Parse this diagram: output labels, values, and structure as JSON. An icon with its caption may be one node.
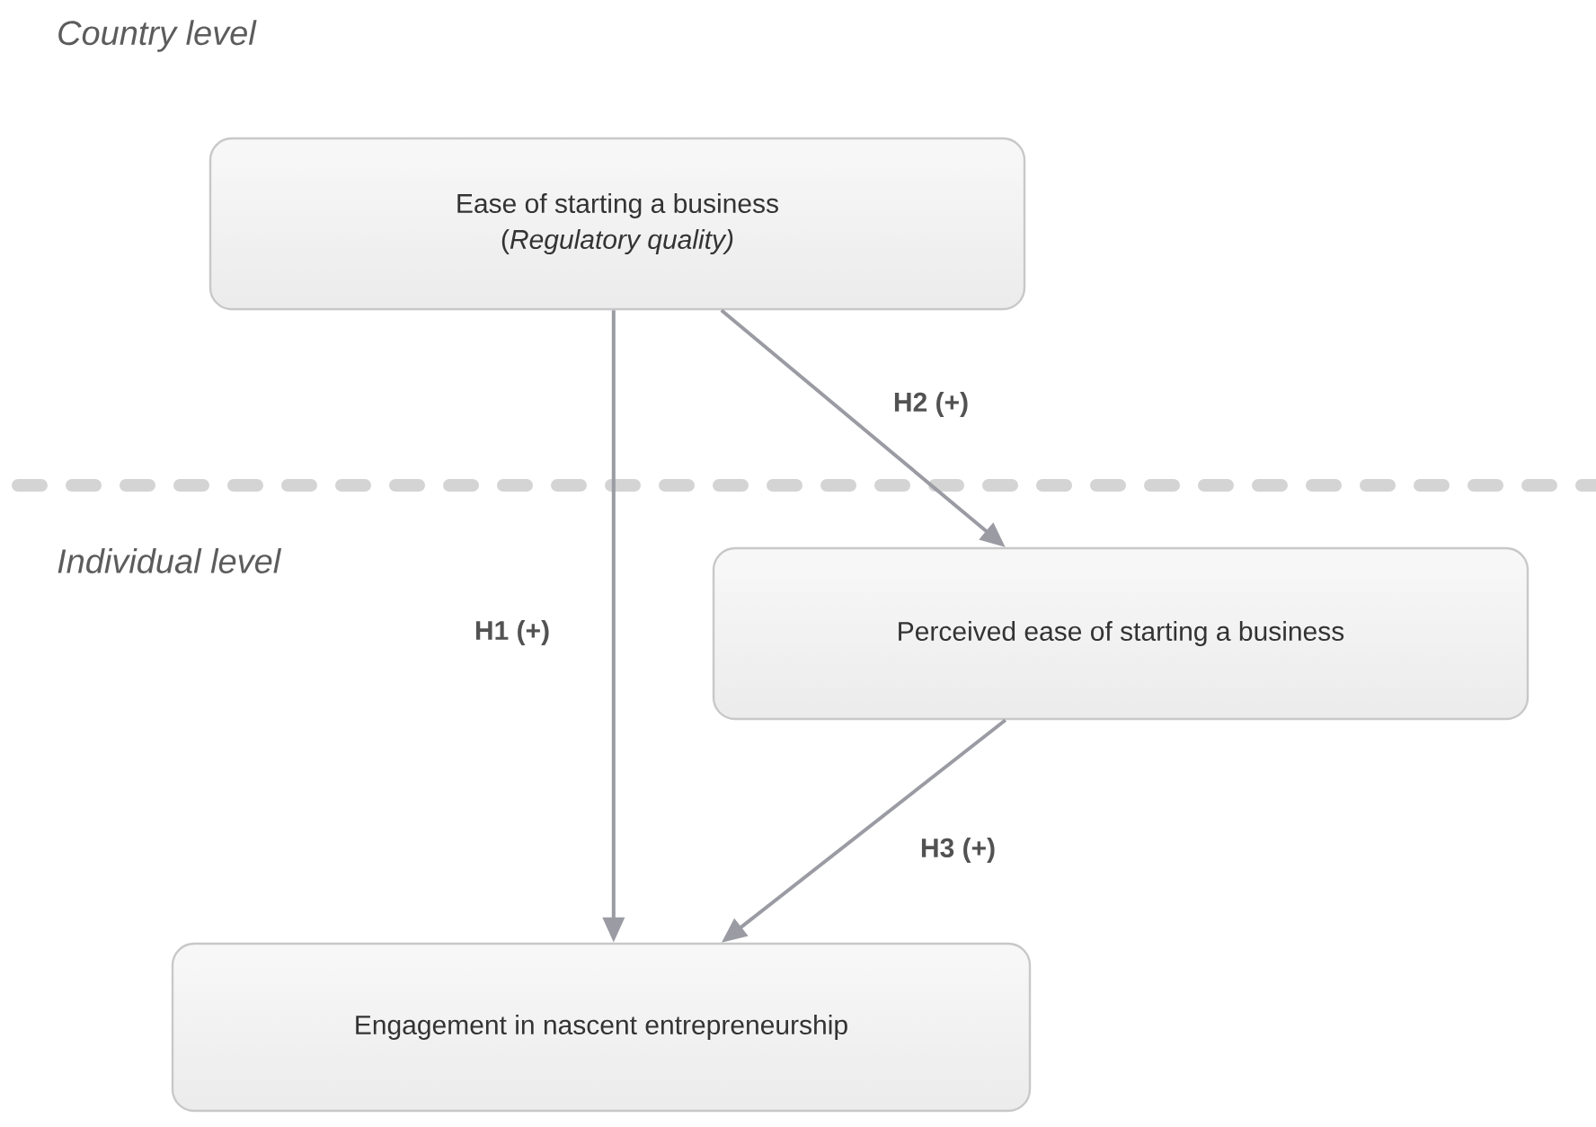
{
  "diagram": {
    "nodes": [
      {
        "text": [
          "Ease of starting a business",
          "(*Regulatory quality)*"
        ]
      },
      {
        "text": [
          "Perceived ease of starting a business"
        ]
      },
      {
        "text": [
          "Engagement in nascent entrepreneurship"
        ]
      }
    ],
    "edges": [
      {
        "from": 0,
        "to": 2,
        "arrow": "to",
        "label": "H1 (+)"
      },
      {
        "from": 0,
        "to": 1,
        "arrow": "to",
        "label": "H2 (+)"
      },
      {
        "from": 1,
        "to": 2,
        "arrow": "to",
        "label": "H3 (+)"
      }
    ],
    "labels": [
      "Country level",
      "Individual level"
    ]
  }
}
